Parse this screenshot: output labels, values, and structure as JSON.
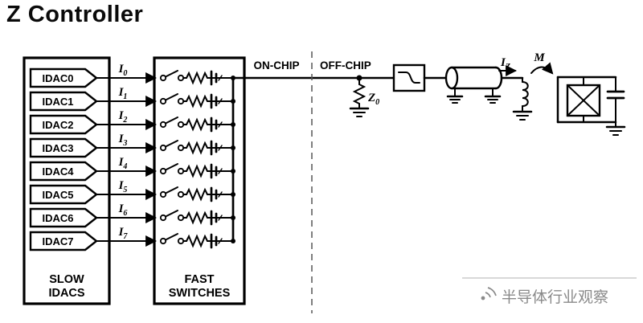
{
  "title": "Z Controller",
  "left_box": {
    "idacs": [
      "IDAC0",
      "IDAC1",
      "IDAC2",
      "IDAC3",
      "IDAC4",
      "IDAC5",
      "IDAC6",
      "IDAC7"
    ],
    "caption_line1": "SLOW",
    "caption_line2": "IDACS"
  },
  "switch_box": {
    "caption_line1": "FAST",
    "caption_line2": "SWITCHES"
  },
  "currents": [
    {
      "base": "I",
      "sub": "0"
    },
    {
      "base": "I",
      "sub": "1"
    },
    {
      "base": "I",
      "sub": "2"
    },
    {
      "base": "I",
      "sub": "3"
    },
    {
      "base": "I",
      "sub": "4"
    },
    {
      "base": "I",
      "sub": "5"
    },
    {
      "base": "I",
      "sub": "6"
    },
    {
      "base": "I",
      "sub": "7"
    }
  ],
  "regions": {
    "on_chip": "ON-CHIP",
    "off_chip": "OFF-CHIP"
  },
  "labels": {
    "z0": {
      "base": "Z",
      "sub": "0"
    },
    "iz": {
      "base": "I",
      "sub": "Z"
    },
    "m": "M"
  },
  "watermark": {
    "text": "半导体行业观察"
  },
  "colors": {
    "ink": "#000000",
    "divider": "#555555",
    "watermark_gray": "#8a8a8a"
  }
}
